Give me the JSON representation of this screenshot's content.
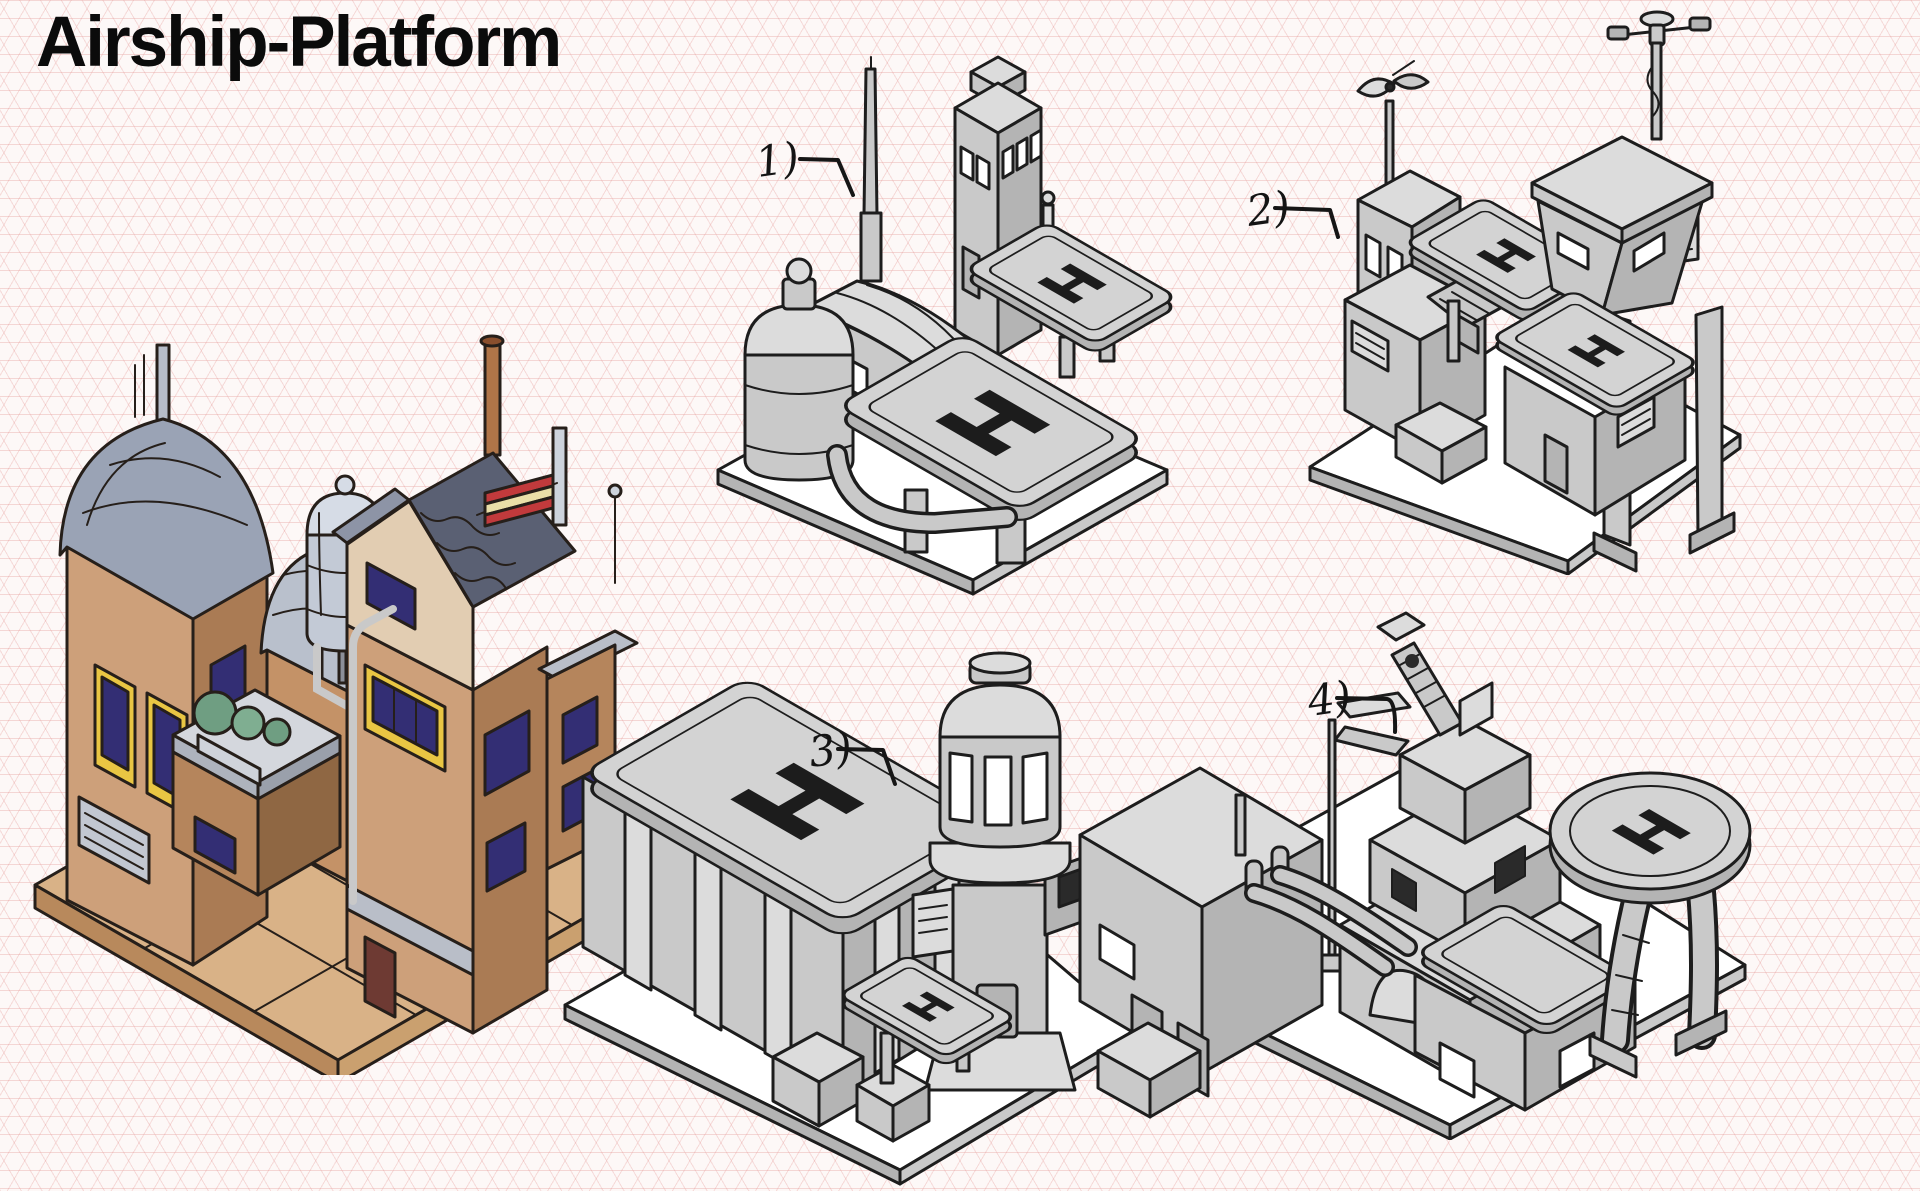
{
  "title": "Airship-Platform",
  "canvas": {
    "background_color": "#fdf8f7",
    "grid_line_color": "#e49492",
    "grid_style": "isometric-triangle-grid"
  },
  "helipad_letter": "H",
  "callouts": [
    {
      "text": "1)"
    },
    {
      "text": "2)"
    },
    {
      "text": "3)"
    },
    {
      "text": "4)"
    }
  ],
  "reference_building": {
    "role": "colored-reference-illustration",
    "palette": {
      "wall": "#cda07a",
      "wall_shade": "#aa7b54",
      "wall_cream": "#e7ddd1",
      "roof_metal": "#9aa3b5",
      "roof_shingle": "#5a6073",
      "window_glass": "#332e74",
      "gold_trim": "#e9c643",
      "wood_base": "#d9b287",
      "foliage": "#6f9e82",
      "flag_red": "#c13a3c",
      "flag_cream": "#eadfa8"
    }
  },
  "concepts": [
    {
      "number": "1",
      "helipad_count": 2,
      "elements": [
        "control-tower",
        "tower-window-band",
        "barrel-roof-shed",
        "boiler-tank",
        "antenna-mast",
        "supply-pipe",
        "large-helipad",
        "upper-helipad",
        "white-ground-plate"
      ]
    },
    {
      "number": "2",
      "helipad_count": 2,
      "elements": [
        "stilted-watchtower",
        "anemometer-mast",
        "savonius-wind-turbine",
        "elevated-helipad",
        "rooftop-helipad",
        "warehouse-block",
        "louver-vents",
        "white-ground-plate"
      ]
    },
    {
      "number": "3",
      "helipad_count": 2,
      "elements": [
        "hangar-roof-helipad",
        "domed-observation-tower",
        "cupola-windows",
        "louver-vent",
        "front-helipad",
        "buttressed-walls",
        "white-ground-plate"
      ]
    },
    {
      "number": "4",
      "helipad_count": 1,
      "elements": [
        "stacked-control-tower",
        "loading-crane",
        "circular-helipad",
        "curved-supports",
        "street-lamp",
        "pipe-conduits",
        "annex-roof-pad",
        "white-ground-plate"
      ]
    }
  ]
}
